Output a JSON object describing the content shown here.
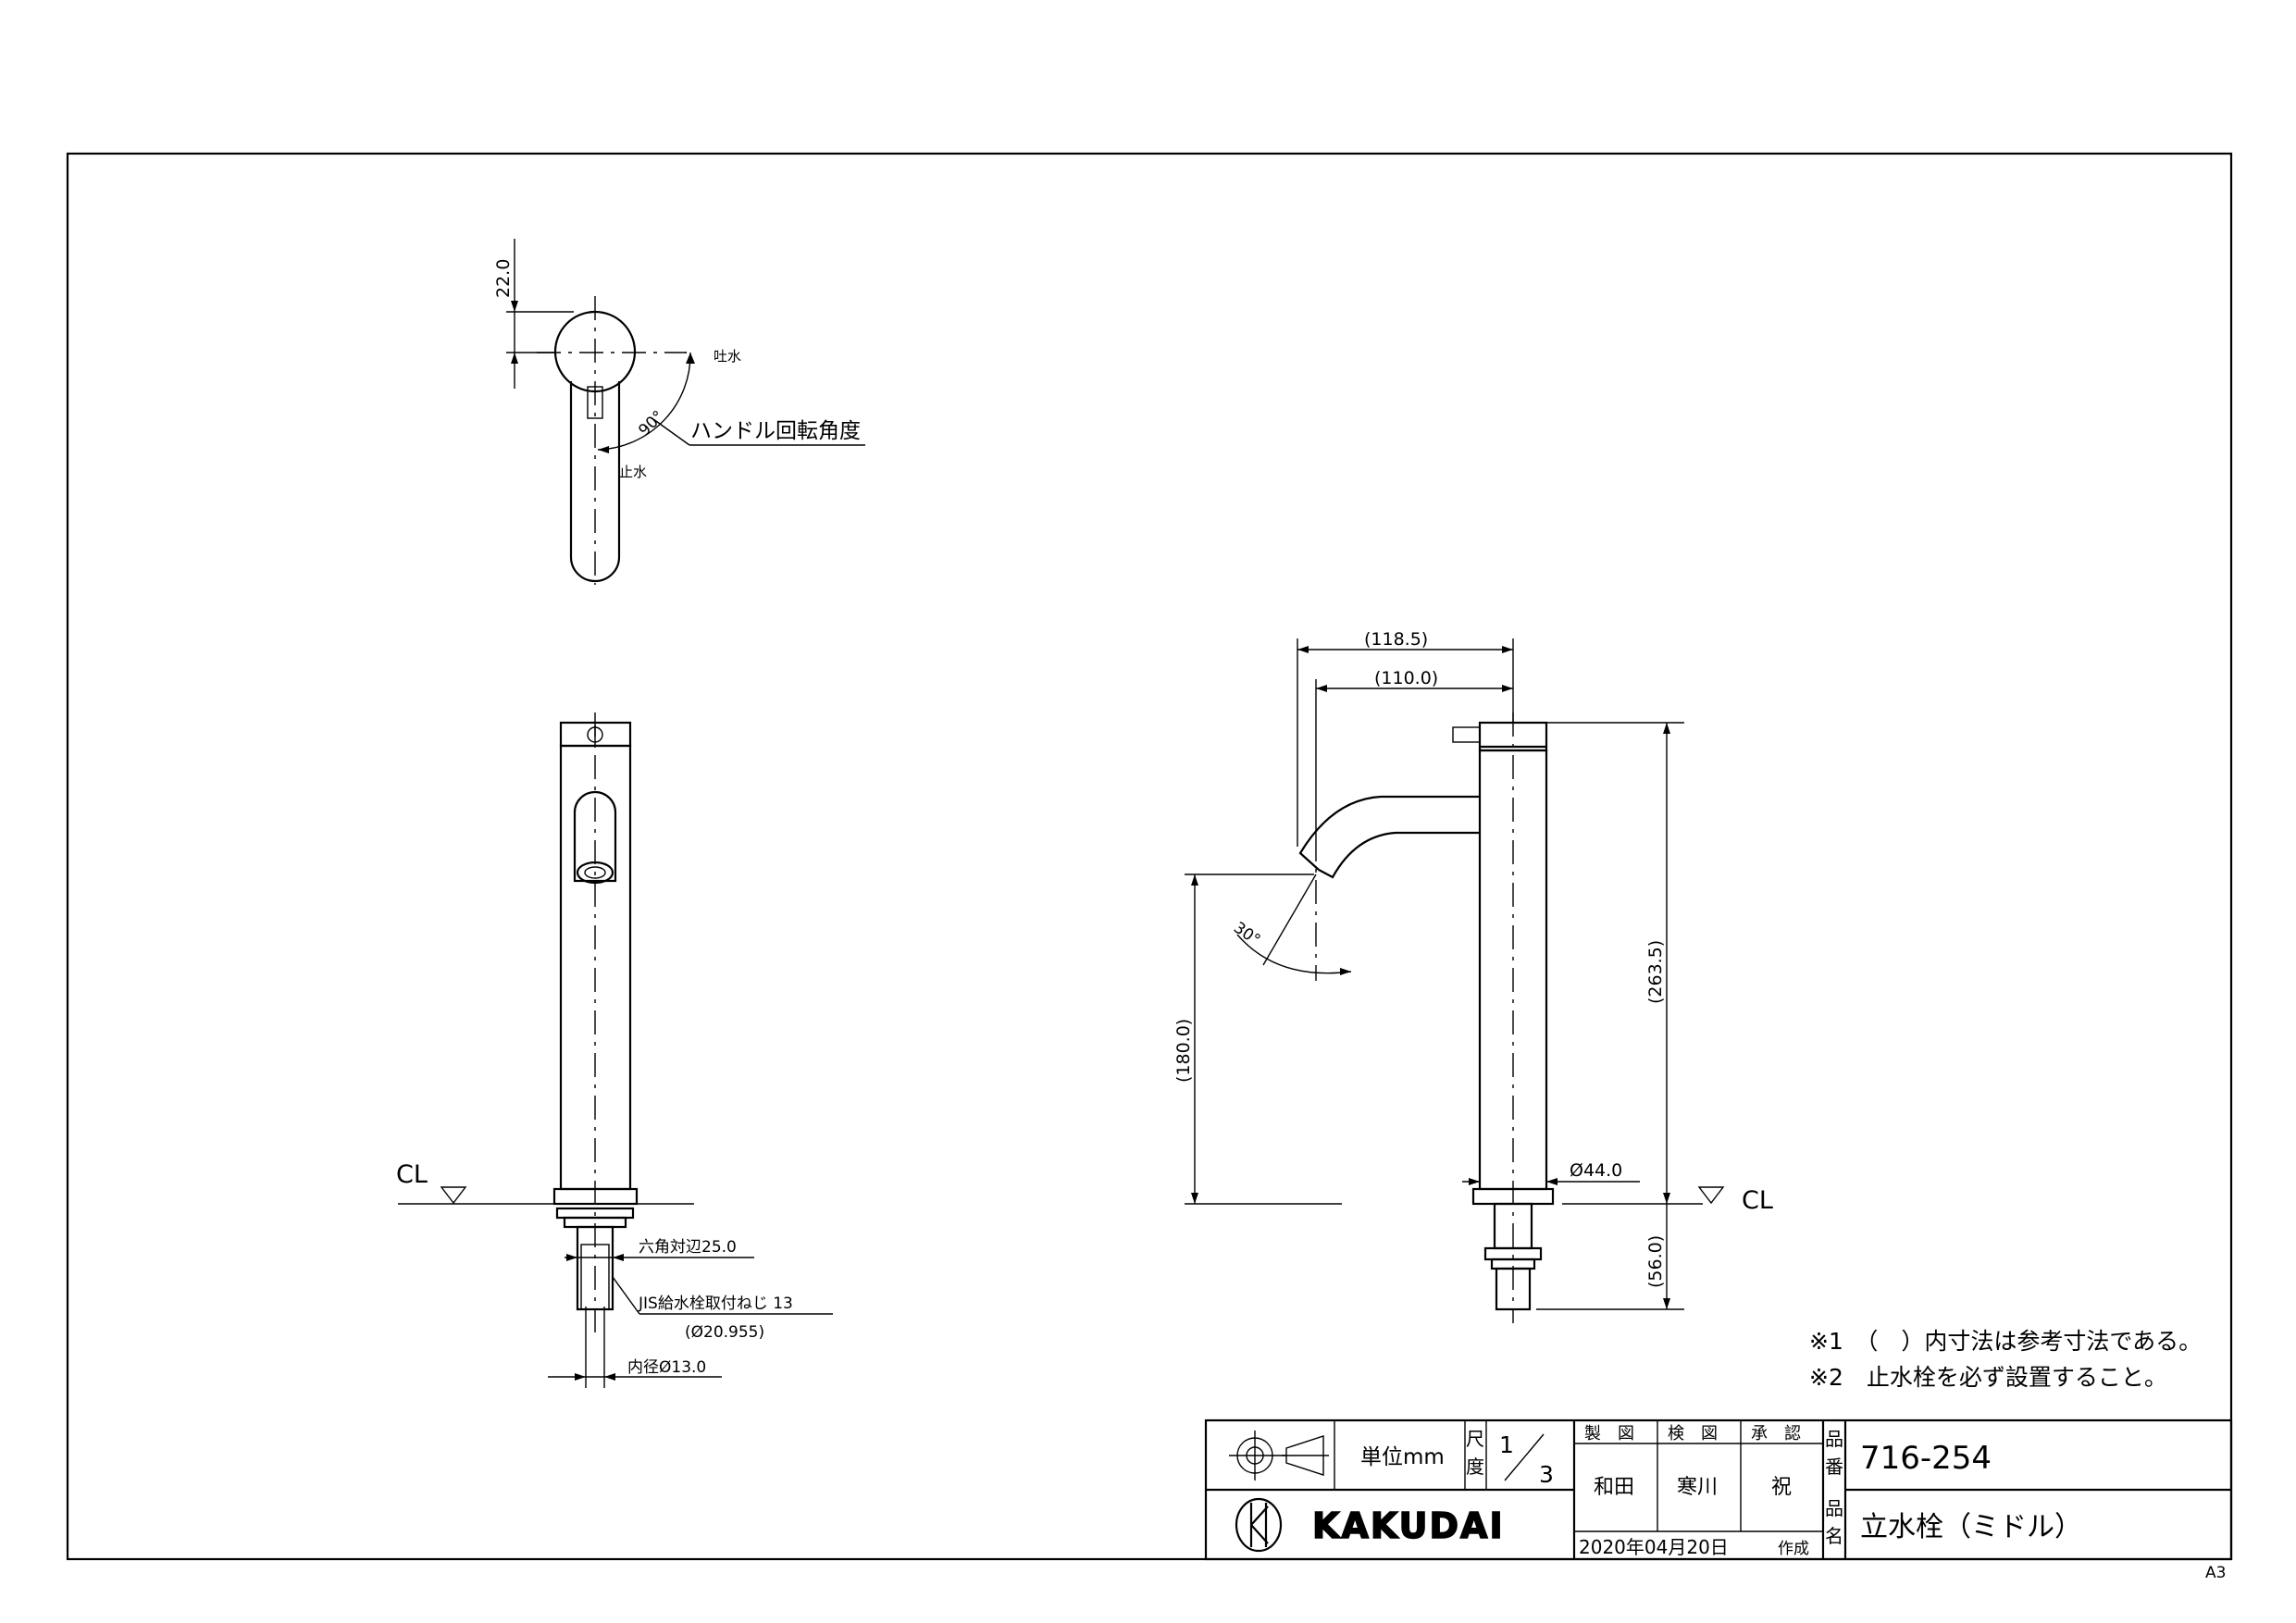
{
  "top_view": {
    "dim_top": "22.0",
    "label_outlet": "吐水",
    "label_stop": "止水",
    "angle": "90°",
    "handle_label": "ハンドル回転角度"
  },
  "front_view": {
    "cl_label": "CL",
    "hex_label": "六角対辺25.0",
    "thread_label": "JIS給水栓取付ねじ 13",
    "thread_sub": "(Ø20.955)",
    "bore_label": "内径Ø13.0"
  },
  "side_view": {
    "dim_overall_reach": "(118.5)",
    "dim_spout_reach": "(110.0)",
    "dim_height": "(263.5)",
    "dim_spout_height": "(180.0)",
    "angle": "30°",
    "dim_diameter": "Ø44.0",
    "dim_shank": "(56.0)",
    "cl_label": "CL"
  },
  "notes": [
    "※1　（　）内寸法は参考寸法である。",
    "※2　止水栓を必ず設置すること。"
  ],
  "title_block": {
    "unit_label": "単位mm",
    "scale_label_1": "尺",
    "scale_label_2": "度",
    "scale_num": "1",
    "scale_den": "3",
    "drawn_label": "製　図",
    "checked_label": "検　図",
    "approved_label": "承　認",
    "drawn_by": "和田",
    "checked_by": "寒川",
    "approved_by": "祝",
    "part_no_label_1": "品",
    "part_no_label_2": "番",
    "part_no": "716-254",
    "name_label_1": "品",
    "name_label_2": "名",
    "product_name": "立水栓（ミドル）",
    "date": "2020年04月20日",
    "created_label": "作成",
    "company": "KAKUDAI"
  },
  "sheet_size": "A3"
}
